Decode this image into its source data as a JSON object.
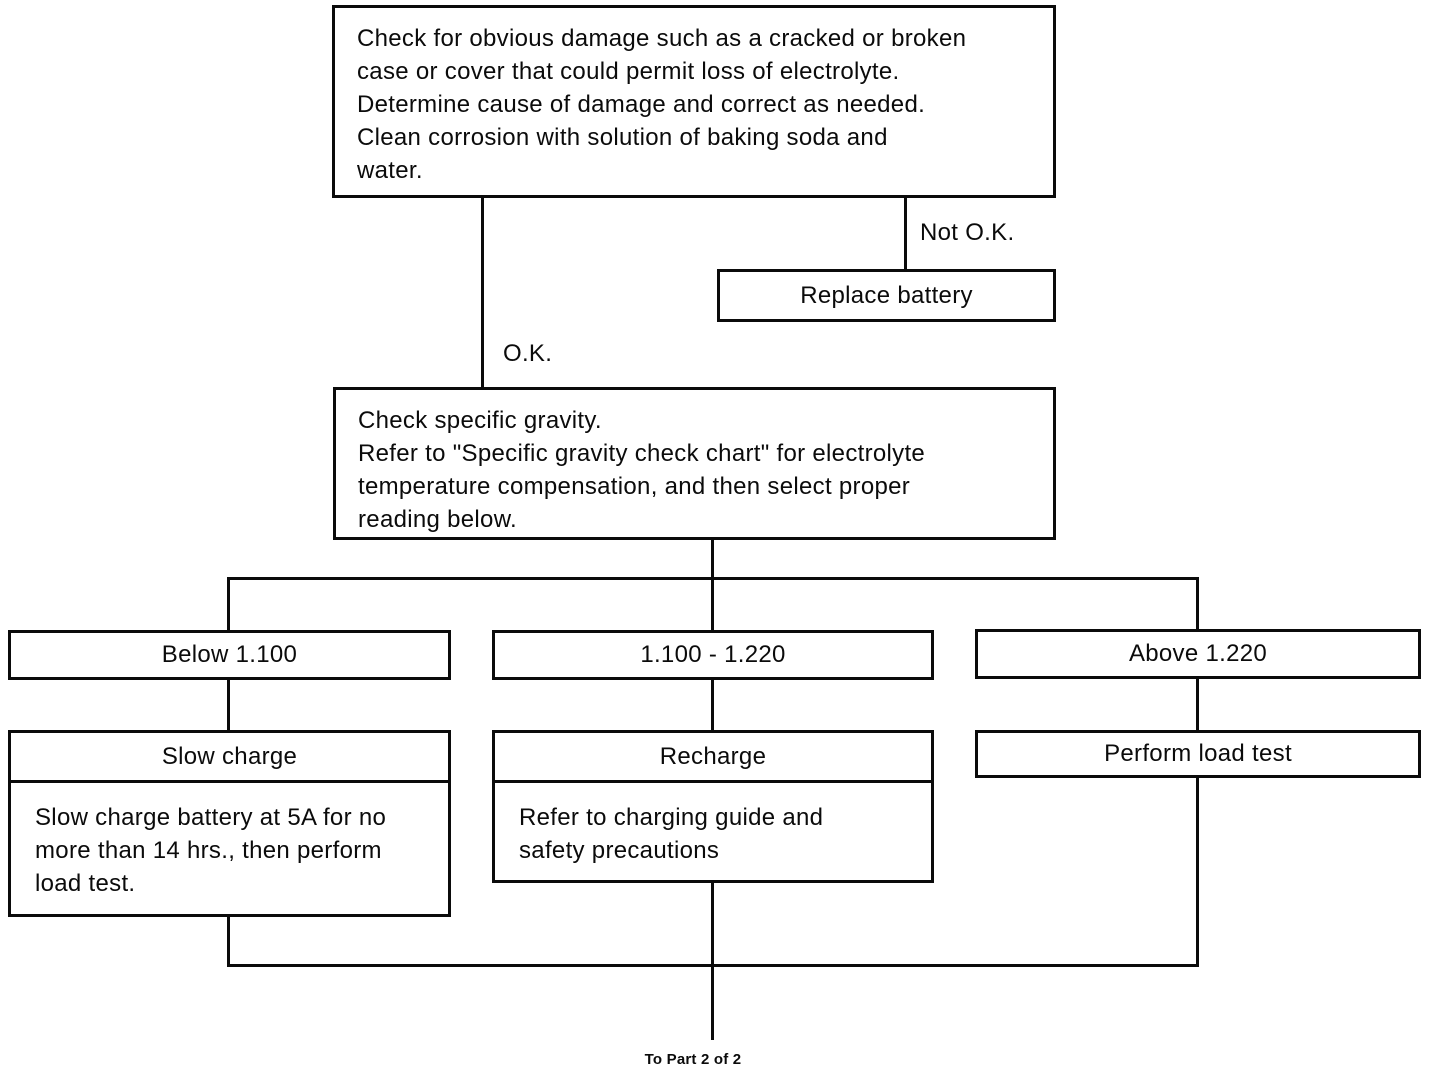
{
  "colors": {
    "line": "#0b0b0b",
    "background": "#ffffff"
  },
  "flowchart": {
    "check_damage": {
      "lines": [
        "Check for obvious damage such as a cracked or broken",
        "case or cover that could permit loss of electrolyte.",
        "Determine cause of damage and correct as needed.",
        "Clean corrosion with solution of baking soda and",
        "water."
      ]
    },
    "not_ok_label": "Not O.K.",
    "replace_battery_label": "Replace battery",
    "ok_label": "O.K.",
    "check_gravity": {
      "lines": [
        "Check specific gravity.",
        "Refer to \"Specific gravity check chart\" for electrolyte",
        "temperature compensation, and then select proper",
        "reading below."
      ]
    },
    "branch_below_label": "Below 1.100",
    "branch_mid_label": "1.100 - 1.220",
    "branch_above_label": "Above 1.220",
    "slow_charge": {
      "title": "Slow charge",
      "lines": [
        "Slow charge battery at 5A for no",
        "more than 14 hrs., then perform",
        "load test."
      ]
    },
    "recharge": {
      "title": "Recharge",
      "lines": [
        "Refer to charging guide and",
        "safety precautions"
      ]
    },
    "load_test_label": "Perform load test",
    "footer_label": "To Part 2 of 2"
  }
}
